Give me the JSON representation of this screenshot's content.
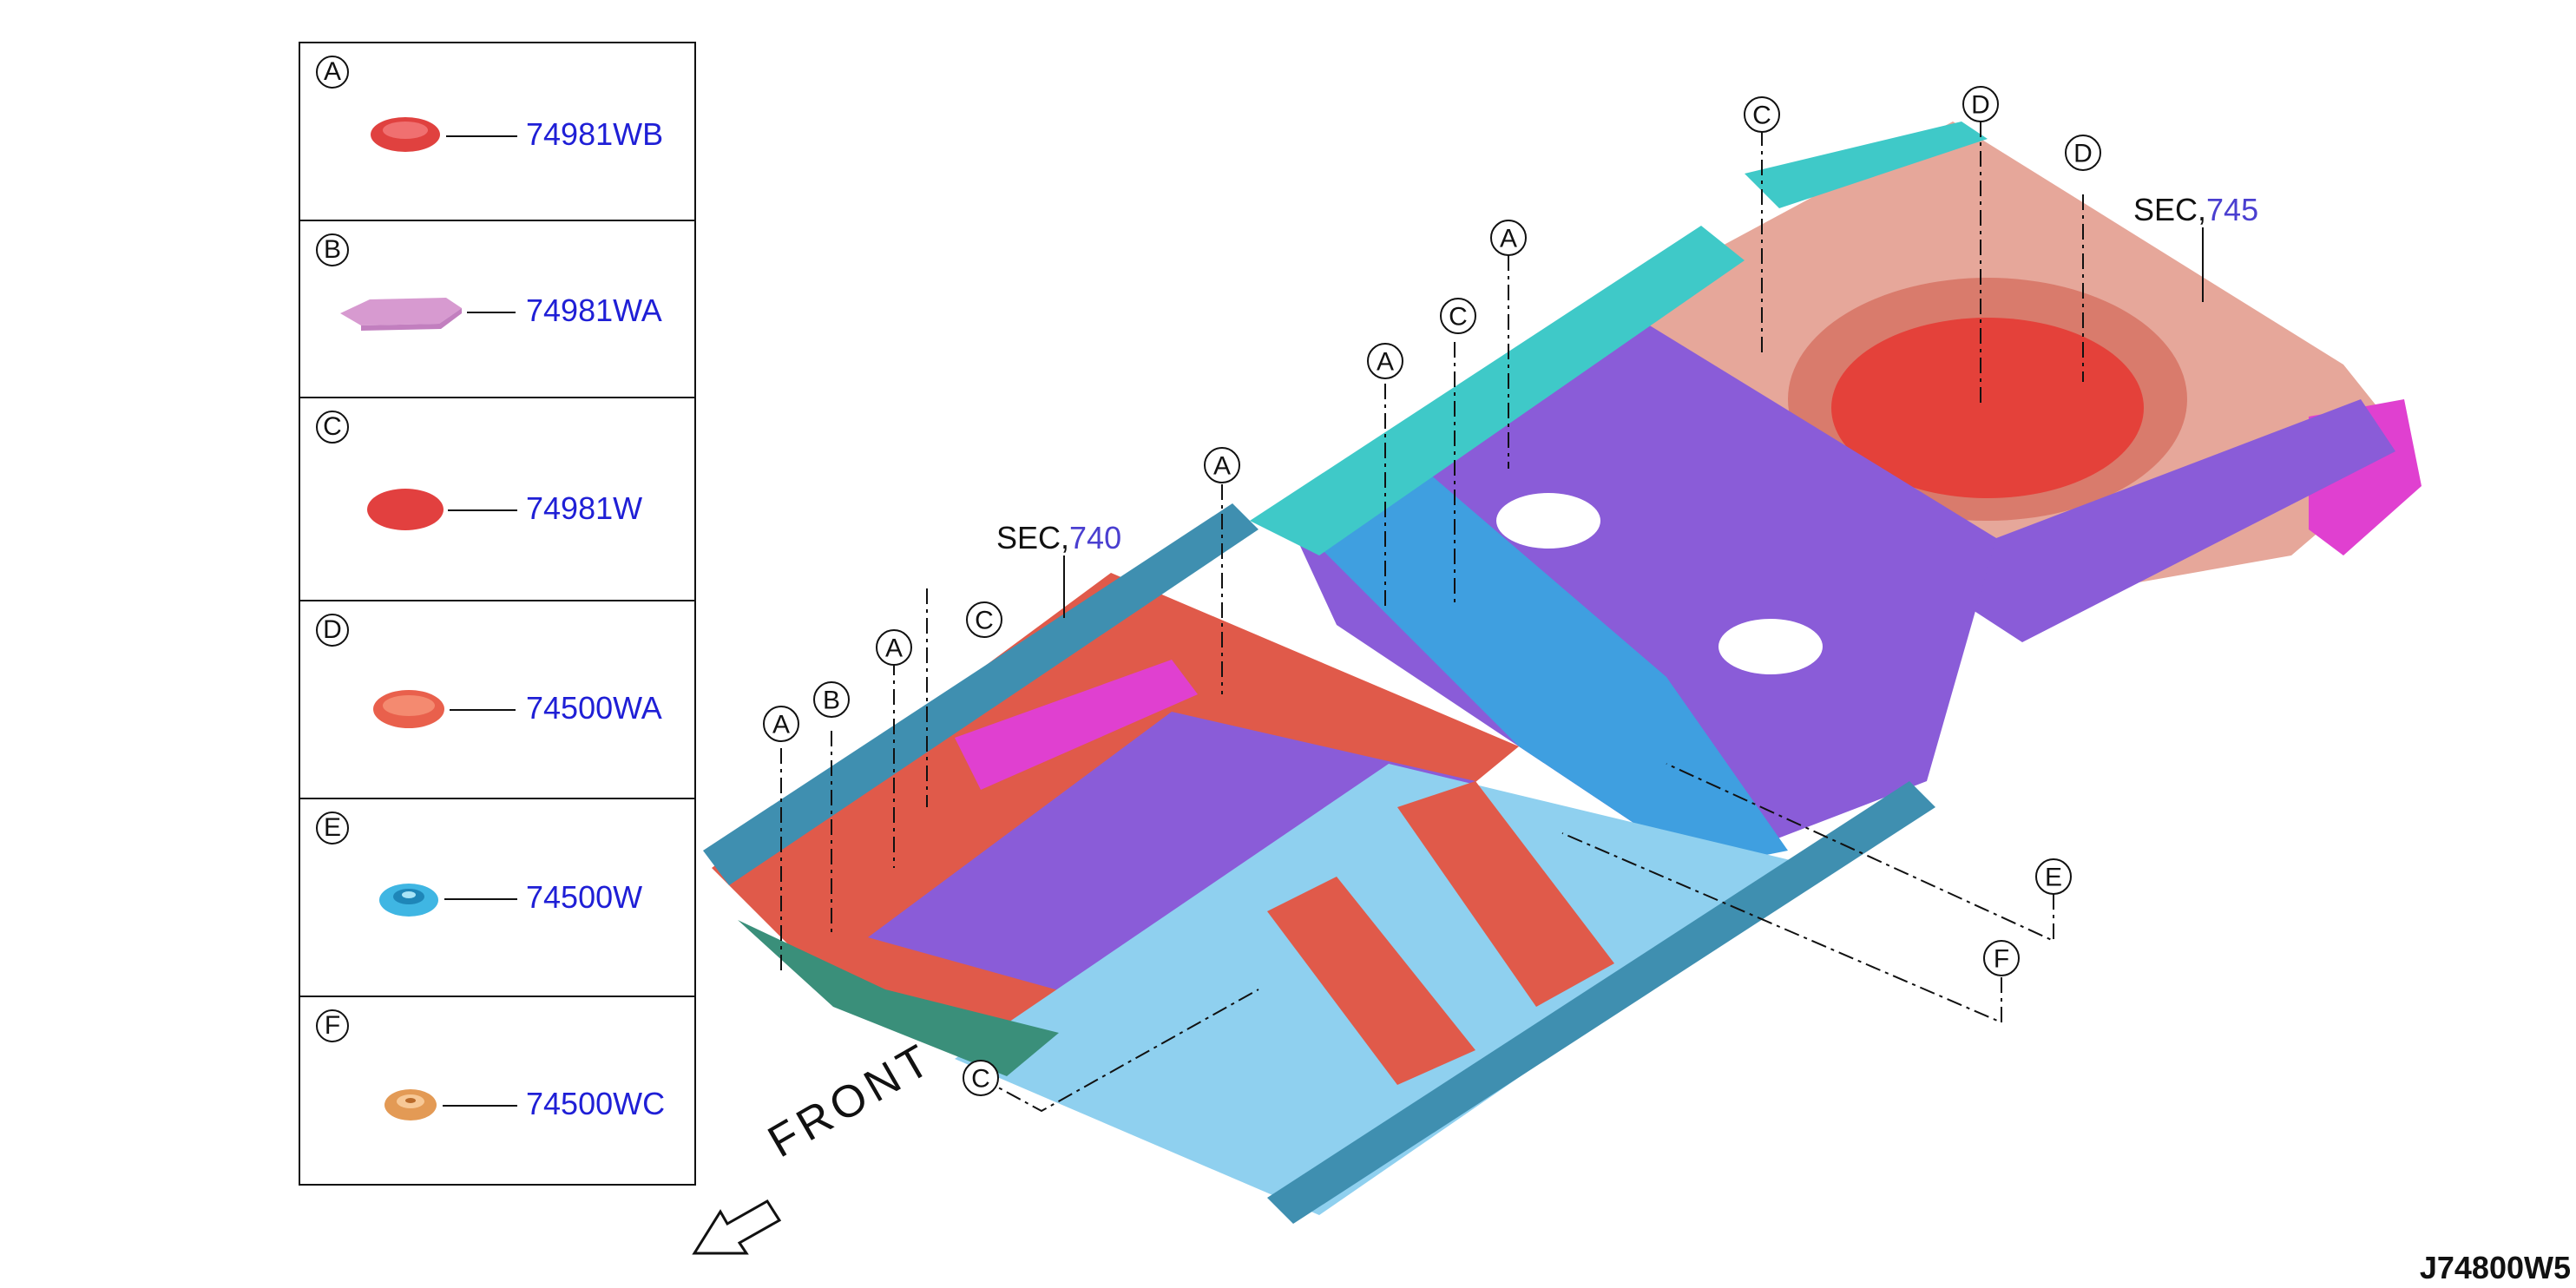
{
  "legend": {
    "items": [
      {
        "letter": "A",
        "part": "74981WB",
        "color": "#e0413f"
      },
      {
        "letter": "B",
        "part": "74981WA",
        "color": "#d79ad0"
      },
      {
        "letter": "C",
        "part": "74981W",
        "color": "#e2403f"
      },
      {
        "letter": "D",
        "part": "74500WA",
        "color": "#e9604c"
      },
      {
        "letter": "E",
        "part": "74500W",
        "color": "#3fb6e3"
      },
      {
        "letter": "F",
        "part": "74500WC",
        "color": "#e39a55"
      }
    ]
  },
  "callouts": {
    "a1": "A",
    "a2": "A",
    "a3": "A",
    "a4": "A",
    "a5": "A",
    "b1": "B",
    "c1": "C",
    "c2": "C",
    "c3": "C",
    "c4": "C",
    "d1": "D",
    "d2": "D",
    "e1": "E",
    "f1": "F"
  },
  "sec_refs": {
    "sec740": {
      "prefix": "SEC,",
      "number": "740"
    },
    "sec745": {
      "prefix": "SEC,",
      "number": "745"
    }
  },
  "front_label": "FRONT",
  "diagram_id": "J74800W5",
  "colors": {
    "floor_red": "#e05a4a",
    "purple": "#8a5cd8",
    "teal": "#3fc9c8",
    "light_blue": "#8fd0ef",
    "magenta": "#e040d0",
    "pink": "#e6a79a",
    "steel_blue": "#3f8fb0",
    "dark_green": "#3a8f7a"
  }
}
